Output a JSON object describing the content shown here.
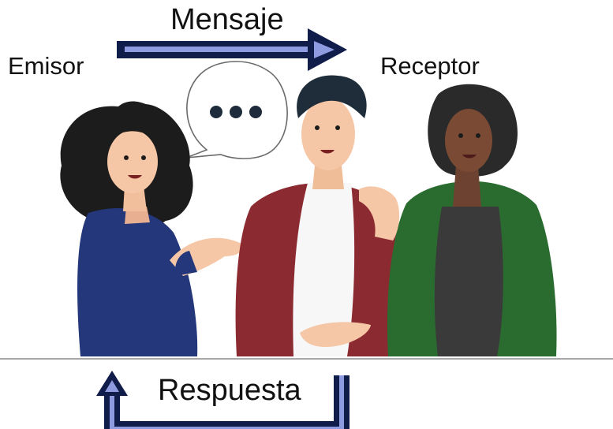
{
  "labels": {
    "message": "Mensaje",
    "sender": "Emisor",
    "receiver": "Receptor",
    "response": "Respuesta"
  },
  "colors": {
    "arrow_outline": "#101c4a",
    "arrow_fill": "#8f9be0",
    "sender_shirt": "#23377a",
    "man_jacket": "#8c2a31",
    "woman_jacket": "#2a6b2f",
    "hair": "#1c1c1c",
    "skin_light": "#f6c7a6",
    "skin_dark": "#7a4a35"
  },
  "icons": [
    "speech-bubble-icon",
    "message-arrow-icon",
    "response-arrow-icon"
  ]
}
